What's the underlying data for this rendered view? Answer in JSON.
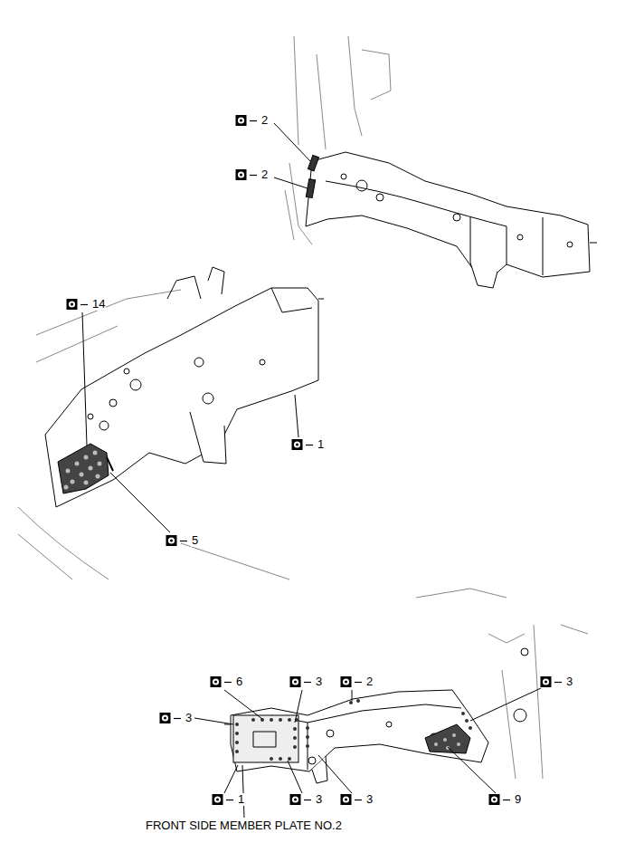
{
  "diagram": {
    "labels": [
      "2",
      "2",
      "14",
      "1",
      "5",
      "6",
      "3",
      "2",
      "3",
      "3",
      "1",
      "3",
      "3",
      "9",
      "FRONT SIDE MEMBER PLATE NO.2"
    ]
  }
}
